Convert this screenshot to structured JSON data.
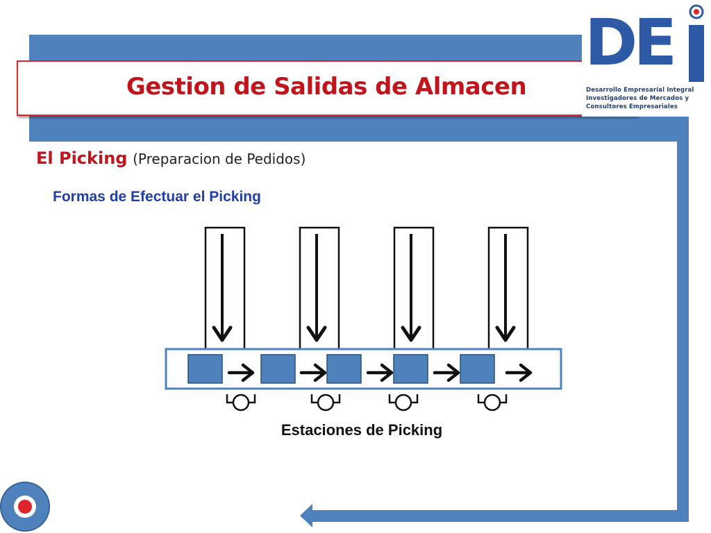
{
  "slide": {
    "title": "Gestion de Salidas de Almacen",
    "section_title": "El Picking",
    "section_paren": "(Preparacion de Pedidos)",
    "subtitle": "Formas de Efectuar el Picking"
  },
  "logo": {
    "letters": "DE",
    "tagline_lines": [
      "Desarrollo Empresarial Integral",
      "Investigadores  de  Mercados  y",
      "Consultores   Empresariales"
    ]
  },
  "diagram": {
    "caption": "Estaciones de Picking",
    "station_count": 4,
    "box_count": 5
  },
  "colors": {
    "frame_blue": "#4f81bd",
    "title_red": "#c0151c",
    "subtitle_blue": "#1f3ea8",
    "box_fill": "#4f81bd"
  },
  "icons": {
    "nav_button": "record-button-icon",
    "down_arrow": "down-arrow-icon",
    "right_arrow": "right-arrow-icon",
    "station_symbol": "picking-station-icon"
  }
}
